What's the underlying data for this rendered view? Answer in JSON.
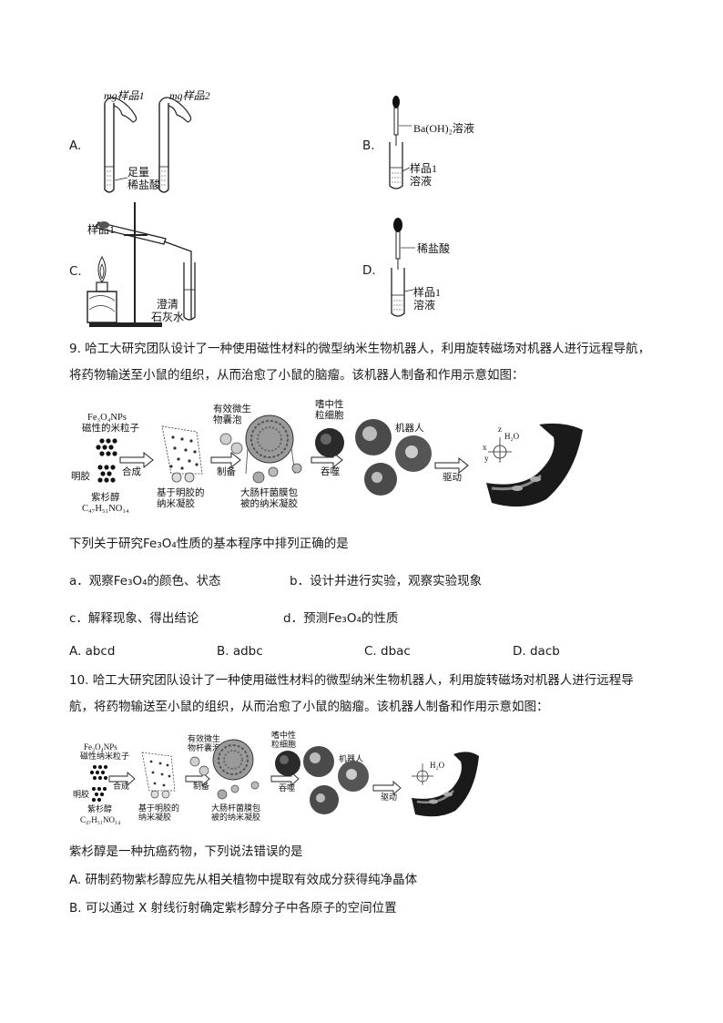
{
  "apparatus": {
    "A": {
      "letter": "A.",
      "sample1": "mg样品1",
      "sample2": "mg样品2",
      "acid_line1": "足量",
      "acid_line2": "稀盐酸"
    },
    "B": {
      "letter": "B.",
      "reagent": "Ba(OH)₂溶液",
      "sol_line1": "样品1",
      "sol_line2": "溶液"
    },
    "C": {
      "letter": "C.",
      "sample": "样品1",
      "lime_line1": "澄清",
      "lime_line2": "石灰水"
    },
    "D": {
      "letter": "D.",
      "reagent": "稀盐酸",
      "sol_line1": "样品1",
      "sol_line2": "溶液"
    }
  },
  "q9": {
    "line1": "9. 哈工大研究团队设计了一种使用磁性材料的微型纳米生物机器人，利用旋转磁场对机器人进行远程导航，",
    "line2": "将药物输送至小鼠的组织，从而治愈了小鼠的脑瘤。该机器人制备和作用示意如图：",
    "question": "下列关于研究Fe₃O₄性质的基本程序中排列正确的是",
    "opt_a": "a．观察Fe₃O₄的颜色、状态",
    "opt_b": "b．设计并进行实验，观察实验现象",
    "opt_c": "c．解释现象、得出结论",
    "opt_d": "d．预测Fe₃O₄的性质",
    "choices": [
      "A. abcd",
      "B. adbc",
      "C. dbac",
      "D. dacb"
    ]
  },
  "figure": {
    "fe3o4": "Fe₃O₄NPs",
    "magnetic": "磁性的米粒子",
    "gel": "明胶",
    "paclitaxel": "紫杉醇",
    "formula": "C₄₇H₅₁NO₁₄",
    "synth": "合成",
    "nanogel_1": "基于明胶的",
    "nanogel_2": "纳米凝胶",
    "vesicle_1": "有效微生",
    "vesicle_2": "物囊泡",
    "prepare": "制备",
    "ecoli_1": "大肠杆菌膜包",
    "ecoli_2": "被的纳米凝胶",
    "neutro_1": "嗜中性",
    "neutro_2": "粒细胞",
    "engulf": "吞噬",
    "robot": "机器人",
    "drive": "驱动",
    "water": "H₂O",
    "axis_z": "z",
    "axis_x": "x",
    "axis_y": "y"
  },
  "figure2": {
    "magnetic": "磁性纳米粒子",
    "vesicle_2": "物杆囊泡"
  },
  "q10": {
    "line1": "10. 哈工大研究团队设计了一种使用磁性材料的微型纳米生物机器人，利用旋转磁场对机器人进行远程导",
    "line2": "航，将药物输送至小鼠的组织，从而治愈了小鼠的脑瘤。该机器人制备和作用示意如图：",
    "question": "紫杉醇是一种抗癌药物，下列说法错误的是",
    "opt_A": "A.  研制药物紫杉醇应先从相关植物中提取有效成分获得纯净晶体",
    "opt_B": "B.  可以通过 X 射线衍射确定紫杉醇分子中各原子的空间位置"
  }
}
